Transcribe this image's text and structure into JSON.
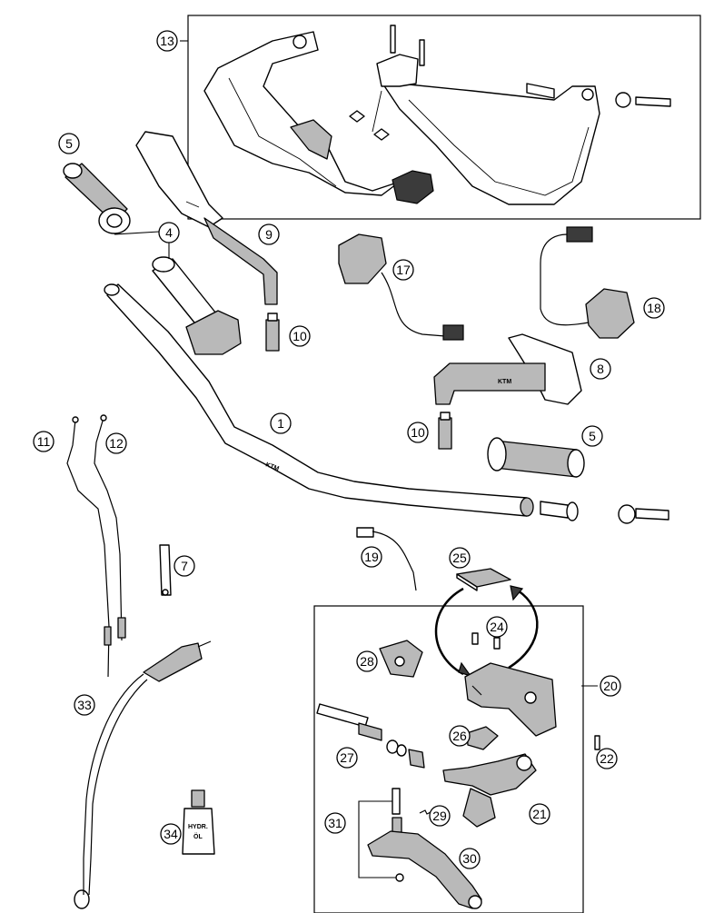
{
  "callouts": [
    {
      "id": "c1",
      "label": "1"
    },
    {
      "id": "c4",
      "label": "4"
    },
    {
      "id": "c5a",
      "label": "5"
    },
    {
      "id": "c5b",
      "label": "5"
    },
    {
      "id": "c7",
      "label": "7"
    },
    {
      "id": "c8",
      "label": "8"
    },
    {
      "id": "c9",
      "label": "9"
    },
    {
      "id": "c10a",
      "label": "10"
    },
    {
      "id": "c10b",
      "label": "10"
    },
    {
      "id": "c11",
      "label": "11"
    },
    {
      "id": "c12",
      "label": "12"
    },
    {
      "id": "c13",
      "label": "13"
    },
    {
      "id": "c17",
      "label": "17"
    },
    {
      "id": "c18",
      "label": "18"
    },
    {
      "id": "c19",
      "label": "19"
    },
    {
      "id": "c20",
      "label": "20"
    },
    {
      "id": "c21",
      "label": "21"
    },
    {
      "id": "c22",
      "label": "22"
    },
    {
      "id": "c24",
      "label": "24"
    },
    {
      "id": "c25",
      "label": "25"
    },
    {
      "id": "c26",
      "label": "26"
    },
    {
      "id": "c27",
      "label": "27"
    },
    {
      "id": "c28",
      "label": "28"
    },
    {
      "id": "c29",
      "label": "29"
    },
    {
      "id": "c30",
      "label": "30"
    },
    {
      "id": "c31",
      "label": "31"
    },
    {
      "id": "c33",
      "label": "33"
    },
    {
      "id": "c34",
      "label": "34"
    }
  ],
  "bottle_label": {
    "line1": "HYDR.",
    "line2": "ÖL"
  }
}
